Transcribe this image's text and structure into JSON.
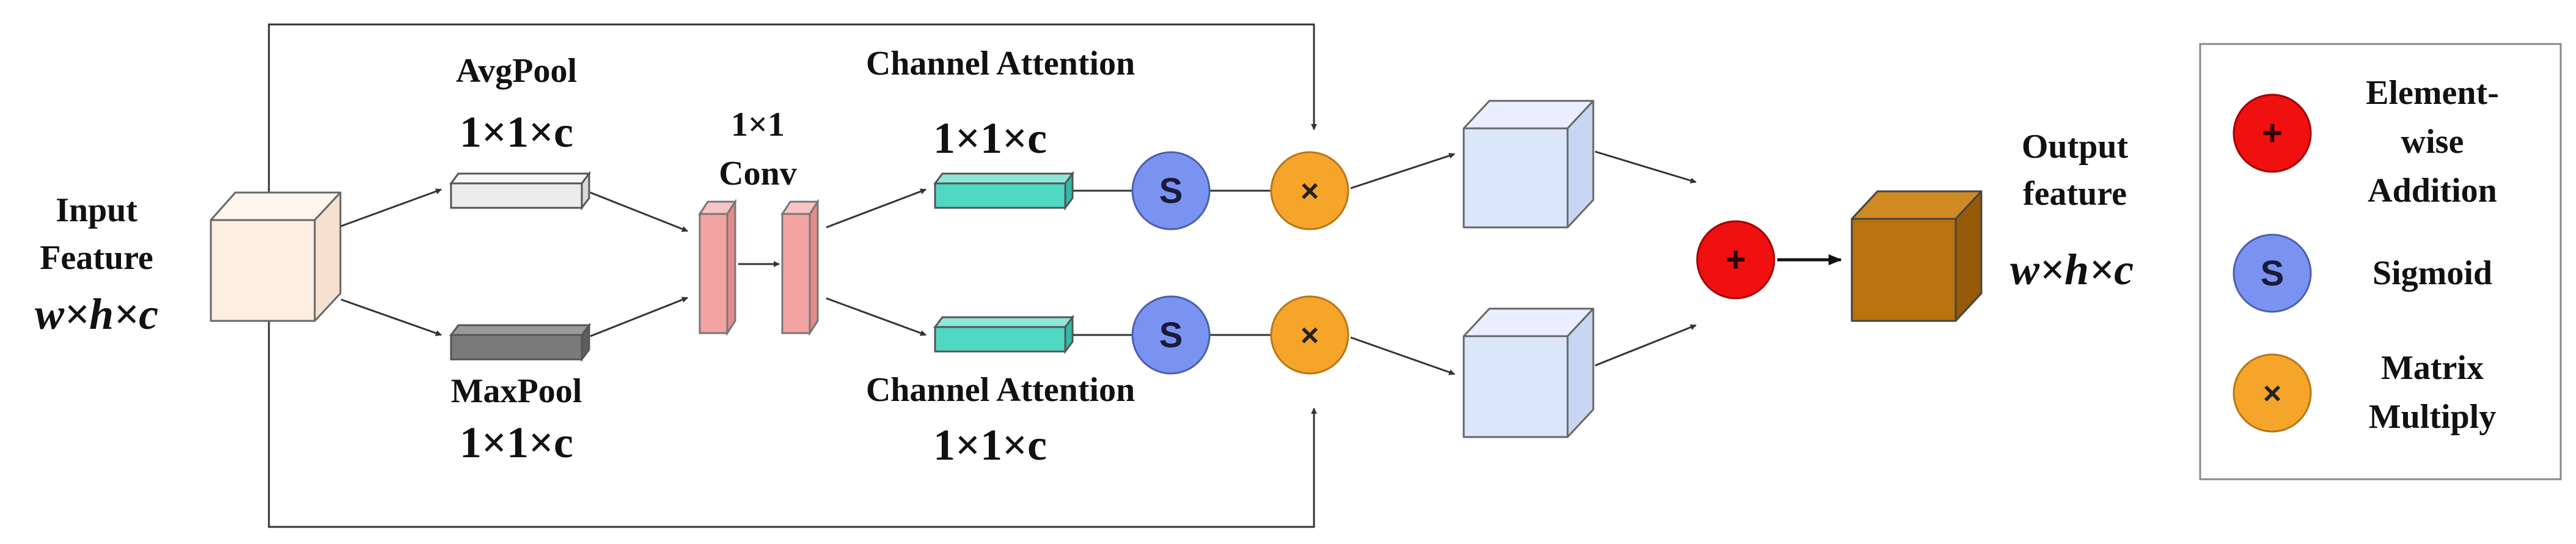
{
  "input": {
    "title_line1": "Input",
    "title_line2": "Feature",
    "dims": "w×h×c"
  },
  "avgpool": {
    "label": "AvgPool",
    "dims": "1×1×c"
  },
  "maxpool": {
    "label": "MaxPool",
    "dims": "1×1×c"
  },
  "conv": {
    "line1": "1×1",
    "line2": "Conv"
  },
  "channel_attention_top": {
    "label": "Channel Attention",
    "dims": "1×1×c"
  },
  "channel_attention_bottom": {
    "label": "Channel Attention",
    "dims": "1×1×c"
  },
  "ops": {
    "sigmoid_symbol": "S",
    "multiply_symbol": "×",
    "add_symbol": "+"
  },
  "output": {
    "title_line1": "Output",
    "title_line2": "feature",
    "dims": "w×h×c"
  },
  "legend": {
    "addition_line1": "Element-",
    "addition_line2": "wise",
    "addition_line3": "Addition",
    "sigmoid": "Sigmoid",
    "multiply_line1": "Matrix",
    "multiply_line2": "Multiply"
  },
  "colors": {
    "input_cube": "#fdeee2",
    "pool_bar_avg": "#ececec",
    "pool_bar_max": "#7a7a7a",
    "conv": "#f4a3a3",
    "attention_bar": "#4fd8c4",
    "sigmoid": "#7b93f0",
    "multiply": "#f5a52a",
    "add": "#f01010",
    "mid_cube": "#dce6fb",
    "output_cube": "#b8720e"
  }
}
